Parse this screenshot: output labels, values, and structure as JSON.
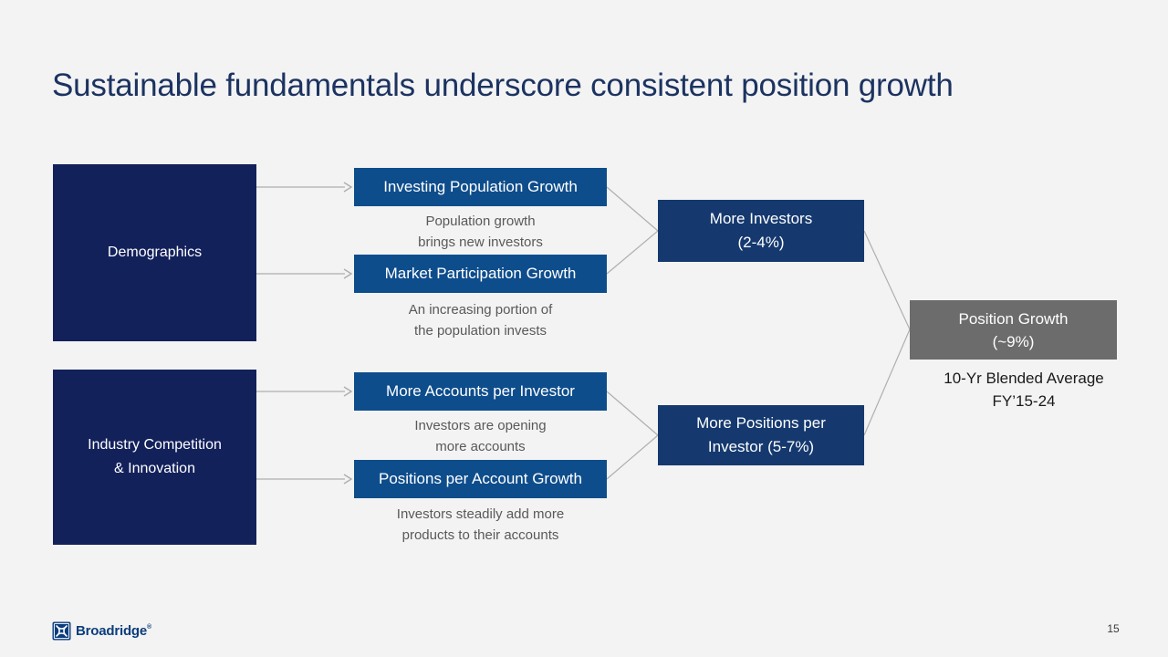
{
  "slide": {
    "title": "Sustainable fundamentals underscore consistent position growth",
    "page_number": "15",
    "footer": {
      "logo_text": "Broadridge",
      "logo_mark": "®"
    }
  },
  "colors": {
    "background": "#F3F3F3",
    "driver_box": "#13215B",
    "factor_box": "#0E4D8C",
    "outcome_box": "#15396F",
    "result_box": "#6C6C6C",
    "caption_gray": "#595959",
    "title_navy": "#1C3361",
    "connector_gray": "#AFAFAF",
    "logo_navy": "#0B3D7C"
  },
  "diagram": {
    "drivers": [
      {
        "line1": "Demographics",
        "line2": ""
      },
      {
        "line1": "Industry Competition",
        "line2": "& Innovation"
      }
    ],
    "factors": [
      {
        "label": "Investing Population Growth",
        "caption_line1": "Population growth",
        "caption_line2": "brings new investors"
      },
      {
        "label": "Market Participation Growth",
        "caption_line1": "An increasing portion of",
        "caption_line2": "the population invests"
      },
      {
        "label": "More Accounts per Investor",
        "caption_line1": "Investors are opening",
        "caption_line2": "more accounts"
      },
      {
        "label": "Positions per Account Growth",
        "caption_line1": "Investors steadily add more",
        "caption_line2": "products to their accounts"
      }
    ],
    "outcomes": [
      {
        "line1": "More Investors",
        "line2": "(2-4%)"
      },
      {
        "line1": "More Positions per",
        "line2": "Investor (5-7%)"
      }
    ],
    "result": {
      "line1": "Position Growth",
      "line2": "(~9%)",
      "caption_line1": "10-Yr Blended Average",
      "caption_line2": "FY’15-24"
    }
  }
}
